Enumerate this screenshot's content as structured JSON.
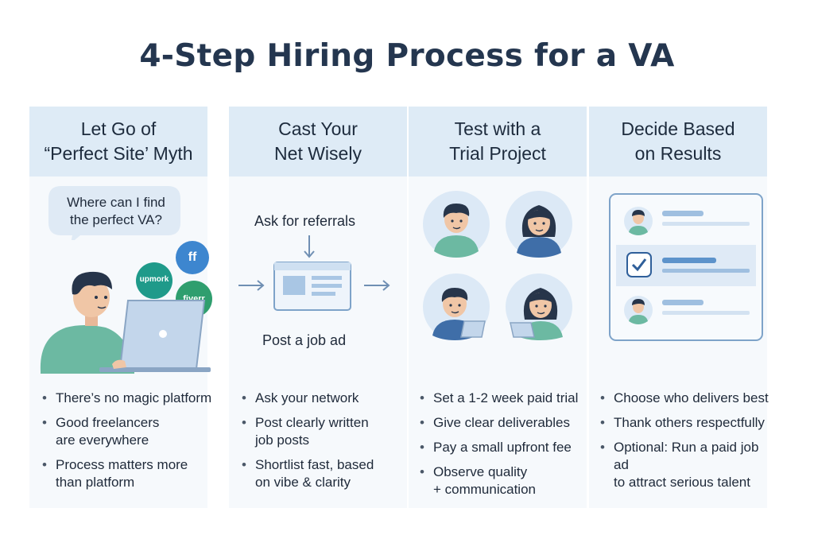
{
  "title": "4-Step Hiring Process for a VA",
  "colors": {
    "header_bg": "#deebf6",
    "body_bg": "#f6f9fc",
    "title": "#24364f",
    "accent": "#2f7fc1",
    "teal_shirt": "#5fb39a"
  },
  "steps": [
    {
      "heading_lines": [
        "Let Go of",
        "“Perfect Site’ Myth"
      ],
      "bubble_lines": [
        "Where can I find",
        "the perfect VA?"
      ],
      "logos": [
        "ff",
        "upmork",
        "fiverr"
      ],
      "icons": [
        "person-laptop-icon",
        "speech-bubble-icon"
      ],
      "bullets": [
        [
          "There’s no magic platform"
        ],
        [
          "Good freelancers",
          "are everywhere"
        ],
        [
          "Process matters more",
          "than platform"
        ]
      ]
    },
    {
      "heading_lines": [
        "Cast Your",
        "Net Wisely"
      ],
      "label_top": "Ask for referrals",
      "label_bottom": "Post a job ad",
      "icons": [
        "job-ad-card-icon",
        "arrow-down-icon",
        "arrow-right-icon"
      ],
      "bullets": [
        [
          "Ask your network"
        ],
        [
          "Post clearly written",
          "job posts"
        ],
        [
          "Shortlist fast, based",
          "on vibe & clarity"
        ]
      ]
    },
    {
      "heading_lines": [
        "Test with a",
        "Trial Project"
      ],
      "icons": [
        "man-avatar-icon",
        "woman-avatar-icon",
        "man-laptop-avatar-icon",
        "woman-laptop-avatar-icon"
      ],
      "bullets": [
        [
          "Set a 1-2 week paid trial"
        ],
        [
          "Give clear deliverables"
        ],
        [
          "Pay a small upfront fee"
        ],
        [
          "Observe quality",
          "+ communication"
        ]
      ]
    },
    {
      "heading_lines": [
        "Decide Based",
        "on Results"
      ],
      "icons": [
        "candidate-list-icon",
        "checkmark-icon"
      ],
      "bullets": [
        [
          "Choose who delivers best"
        ],
        [
          "Thank others respectfully"
        ],
        [
          "Optional: Run a paid job ad",
          "to attract serious talent"
        ]
      ]
    }
  ]
}
